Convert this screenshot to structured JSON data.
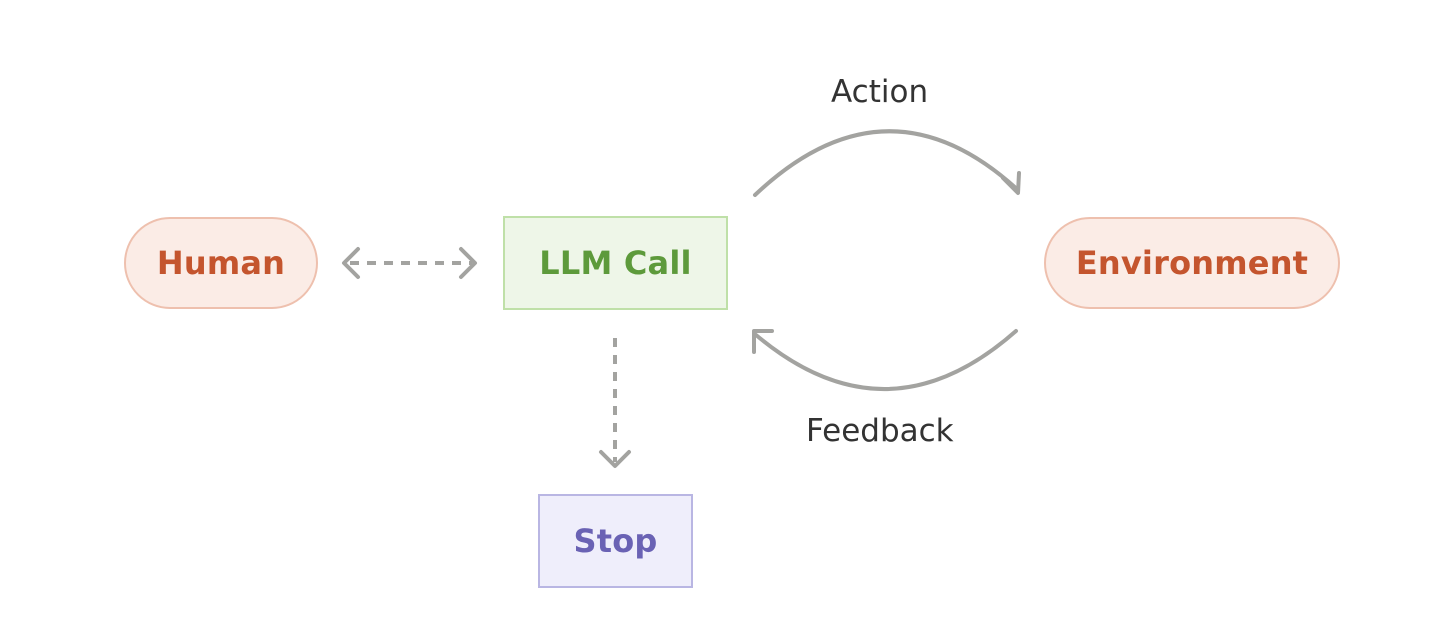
{
  "nodes": {
    "human": {
      "label": "Human"
    },
    "llm_call": {
      "label": "LLM Call"
    },
    "environment": {
      "label": "Environment"
    },
    "stop": {
      "label": "Stop"
    }
  },
  "edges": {
    "action": {
      "label": "Action",
      "from": "LLM Call",
      "to": "Environment",
      "style": "solid-curved"
    },
    "feedback": {
      "label": "Feedback",
      "from": "Environment",
      "to": "LLM Call",
      "style": "solid-curved"
    },
    "human_llm": {
      "from": "Human",
      "to": "LLM Call",
      "style": "dashed-bidirectional"
    },
    "llm_stop": {
      "from": "LLM Call",
      "to": "Stop",
      "style": "dashed"
    }
  },
  "colors": {
    "terminal_fill": "#fbece6",
    "terminal_border": "#eec0ae",
    "terminal_text": "#c4552e",
    "llm_fill": "#eef6e8",
    "llm_border": "#bfe0a8",
    "llm_text": "#5d9a3b",
    "stop_fill": "#efeefb",
    "stop_border": "#b9b6e3",
    "stop_text": "#6a62b4",
    "arrow": "#a3a3a0"
  }
}
